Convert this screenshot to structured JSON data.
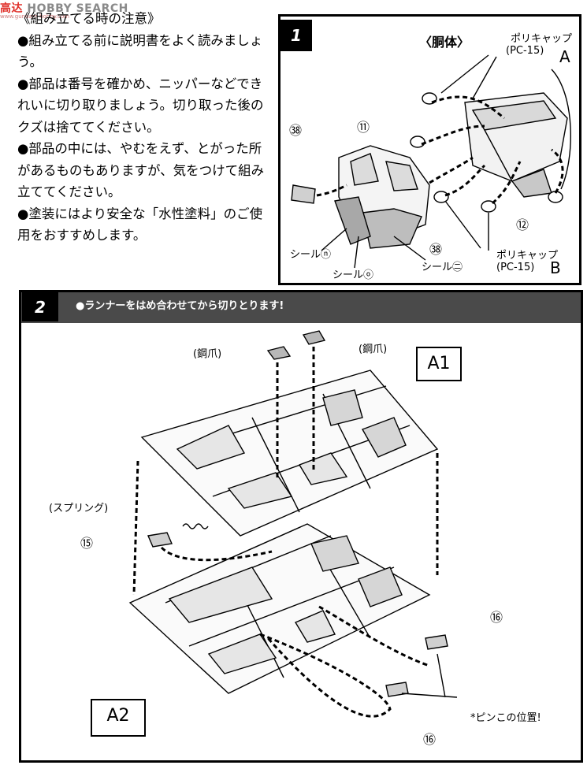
{
  "watermark": {
    "cn": "高达",
    "en": "HOBBY SEARCH",
    "url": "www.gundam-hobby.com"
  },
  "notes": {
    "title": "《組み立てる時の注意》",
    "items": [
      "●組み立てる前に説明書をよく読みましょう。",
      "●部品は番号を確かめ、ニッパーなどできれいに切り取りましょう。切り取った後のクズは捨ててください。",
      "●部品の中には、やむをえず、とがった所があるものもありますが、気をつけて組み立ててください。",
      "●塗装にはより安全な「水性塗料」のご使用をおすすめします。"
    ]
  },
  "step1": {
    "number": "1",
    "title": "〈胴体〉",
    "polycap_a": {
      "name": "ポリキャップ",
      "code": "(PC-15)",
      "letter": "A"
    },
    "polycap_b": {
      "name": "ポリキャップ",
      "code": "(PC-15)",
      "letter": "B"
    },
    "part_11": "⑪",
    "part_12": "⑫",
    "part_38_top": "㊳",
    "part_38_bottom": "㊳",
    "seal_na": "シールⓝ",
    "seal_o": "シールⓞ",
    "seal_ni": "シール㊁"
  },
  "step2": {
    "number": "2",
    "instruction": "●ランナーをはめ合わせてから切りとります!",
    "claw_left": "(鋼爪)",
    "claw_right": "(鋼爪)",
    "spring": "(スプリング)",
    "part_15": "⑮",
    "part_16_top": "⑯",
    "part_16_bottom": "⑯",
    "pin_note": "*ピンこの位置!",
    "runner_a1": "A1",
    "runner_a2": "A2"
  }
}
